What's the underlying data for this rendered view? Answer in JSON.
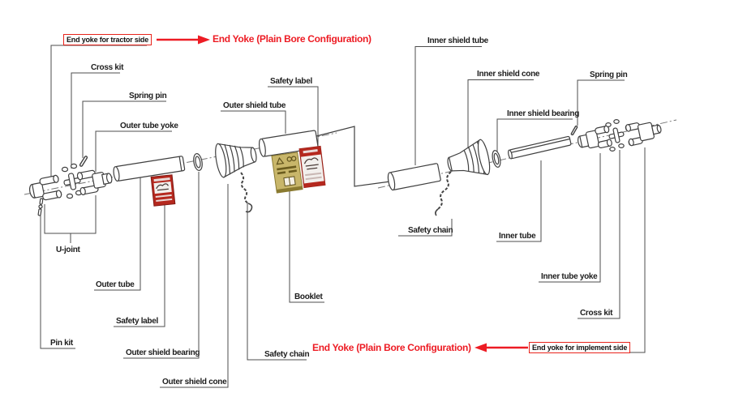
{
  "titles": {
    "plain_bore_top": "End Yoke (Plain Bore Configuration)",
    "plain_bore_bottom": "End Yoke (Plain Bore Configuration)"
  },
  "callouts": {
    "end_yoke_tractor": "End yoke for tractor side",
    "cross_kit_left": "Cross kit",
    "spring_pin_left": "Spring pin",
    "outer_tube_yoke": "Outer tube yoke",
    "safety_label_top": "Safety label",
    "outer_shield_tube": "Outer shield tube",
    "inner_shield_tube": "Inner shield tube",
    "inner_shield_cone": "Inner shield cone",
    "spring_pin_right": "Spring pin",
    "inner_shield_bearing": "Inner shield bearing",
    "u_joint": "U-joint",
    "outer_tube": "Outer tube",
    "safety_label_bottom": "Safety label",
    "pin_kit": "Pin kit",
    "outer_shield_bearing": "Outer shield bearing",
    "outer_shield_cone": "Outer shield cone",
    "booklet": "Booklet",
    "safety_chain_left": "Safety chain",
    "safety_chain_right": "Safety chain",
    "inner_tube": "Inner tube",
    "inner_tube_yoke": "Inner tube yoke",
    "cross_kit_right": "Cross kit",
    "end_yoke_implement": "End yoke for implement side"
  },
  "colors": {
    "accent_red": "#ed1c24",
    "line_dark": "#3f3f3f",
    "leader_gray": "#4d4d4d",
    "safety_label_red": "#b5281e",
    "booklet_tan": "#c8b66a"
  }
}
